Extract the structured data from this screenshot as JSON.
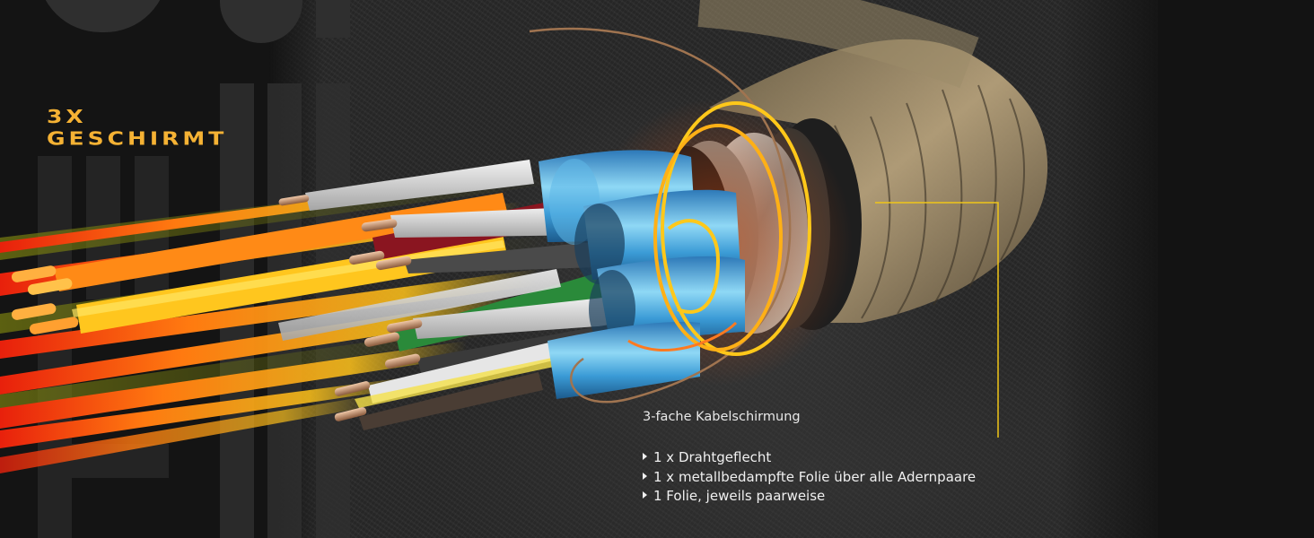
{
  "headline": {
    "line1": "3X",
    "line2": "GESCHIRMT",
    "color": "#f5b234"
  },
  "callout": {
    "title": "3-fache Kabelschirmung",
    "line_color_start": "#e0261d",
    "line_color_end": "#f7d417",
    "bullets": [
      "1 x Drahtgeflecht",
      "1 x metallbedampfte Folie über alle Adernpaare",
      "1 Folie, jeweils paarweise"
    ]
  },
  "illustration": {
    "subject": "cable-cross-section",
    "ring_color": "#ffc400",
    "braid_color": "#a89470",
    "foil_color": "#5ab8e6"
  }
}
